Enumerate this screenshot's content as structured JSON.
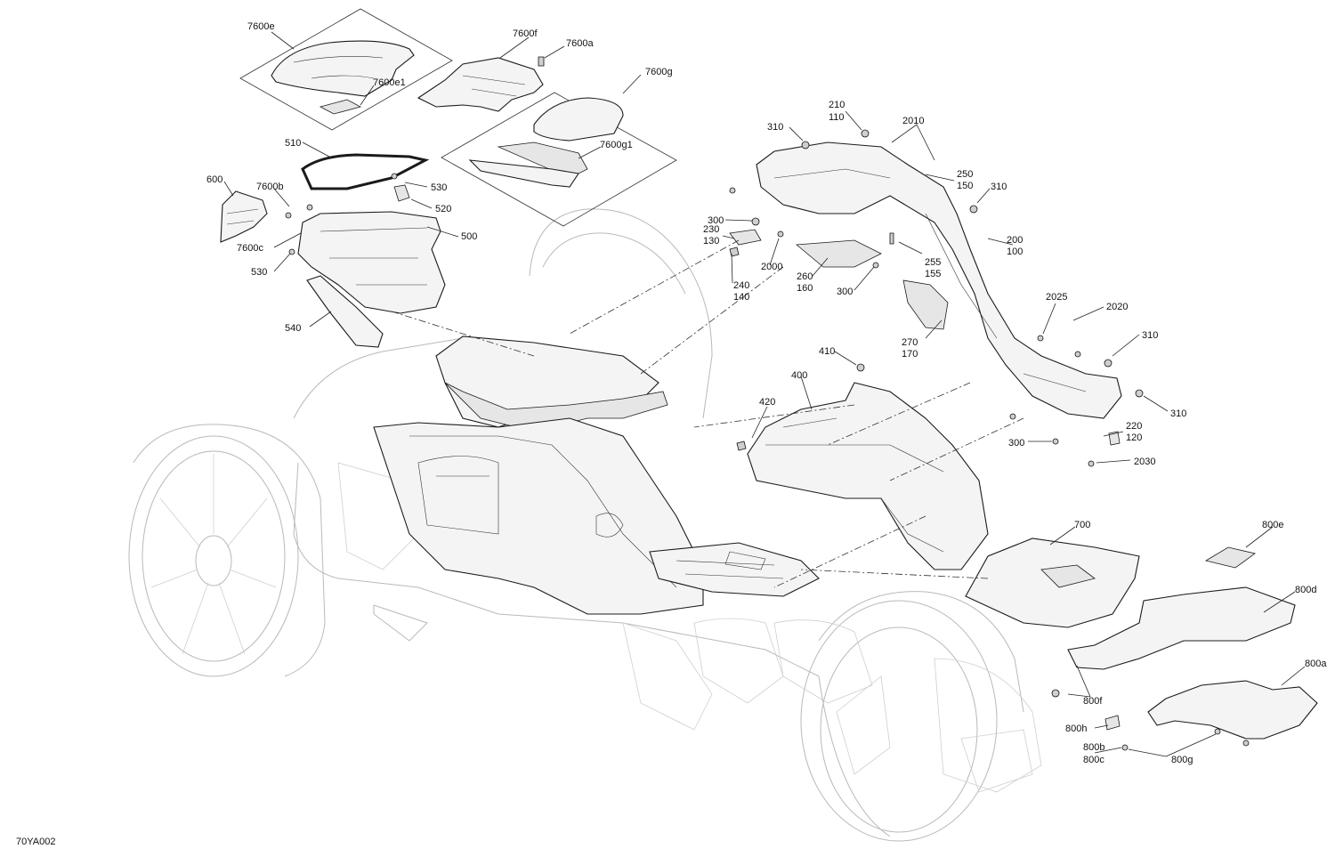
{
  "diagram_code": "70YA002",
  "labels": [
    {
      "id": "7600e",
      "text": "7600e"
    },
    {
      "id": "7600f",
      "text": "7600f"
    },
    {
      "id": "7600a",
      "text": "7600a"
    },
    {
      "id": "7600e1",
      "text": "7600e1"
    },
    {
      "id": "7600g",
      "text": "7600g"
    },
    {
      "id": "7600g1",
      "text": "7600g1"
    },
    {
      "id": "510",
      "text": "510"
    },
    {
      "id": "530a",
      "text": "530"
    },
    {
      "id": "520",
      "text": "520"
    },
    {
      "id": "600",
      "text": "600"
    },
    {
      "id": "7600b",
      "text": "7600b"
    },
    {
      "id": "7600c",
      "text": "7600c"
    },
    {
      "id": "530b",
      "text": "530"
    },
    {
      "id": "500",
      "text": "500"
    },
    {
      "id": "540",
      "text": "540"
    },
    {
      "id": "210",
      "text": "210"
    },
    {
      "id": "110",
      "text": "110"
    },
    {
      "id": "310a",
      "text": "310"
    },
    {
      "id": "2010",
      "text": "2010"
    },
    {
      "id": "250",
      "text": "250"
    },
    {
      "id": "150",
      "text": "150"
    },
    {
      "id": "310b",
      "text": "310"
    },
    {
      "id": "300a",
      "text": "300"
    },
    {
      "id": "230",
      "text": "230"
    },
    {
      "id": "130",
      "text": "130"
    },
    {
      "id": "2000",
      "text": "2000"
    },
    {
      "id": "255",
      "text": "255"
    },
    {
      "id": "155",
      "text": "155"
    },
    {
      "id": "200",
      "text": "200"
    },
    {
      "id": "100",
      "text": "100"
    },
    {
      "id": "260",
      "text": "260"
    },
    {
      "id": "160",
      "text": "160"
    },
    {
      "id": "300b",
      "text": "300"
    },
    {
      "id": "240",
      "text": "240"
    },
    {
      "id": "140",
      "text": "140"
    },
    {
      "id": "2025",
      "text": "2025"
    },
    {
      "id": "2020",
      "text": "2020"
    },
    {
      "id": "270",
      "text": "270"
    },
    {
      "id": "170",
      "text": "170"
    },
    {
      "id": "310c",
      "text": "310"
    },
    {
      "id": "410",
      "text": "410"
    },
    {
      "id": "400",
      "text": "400"
    },
    {
      "id": "420",
      "text": "420"
    },
    {
      "id": "310d",
      "text": "310"
    },
    {
      "id": "300c",
      "text": "300"
    },
    {
      "id": "220",
      "text": "220"
    },
    {
      "id": "120",
      "text": "120"
    },
    {
      "id": "2030",
      "text": "2030"
    },
    {
      "id": "700",
      "text": "700"
    },
    {
      "id": "800e",
      "text": "800e"
    },
    {
      "id": "800d",
      "text": "800d"
    },
    {
      "id": "800a",
      "text": "800a"
    },
    {
      "id": "800f",
      "text": "800f"
    },
    {
      "id": "800h",
      "text": "800h"
    },
    {
      "id": "800b",
      "text": "800b"
    },
    {
      "id": "800c",
      "text": "800c"
    },
    {
      "id": "800g",
      "text": "800g"
    }
  ]
}
